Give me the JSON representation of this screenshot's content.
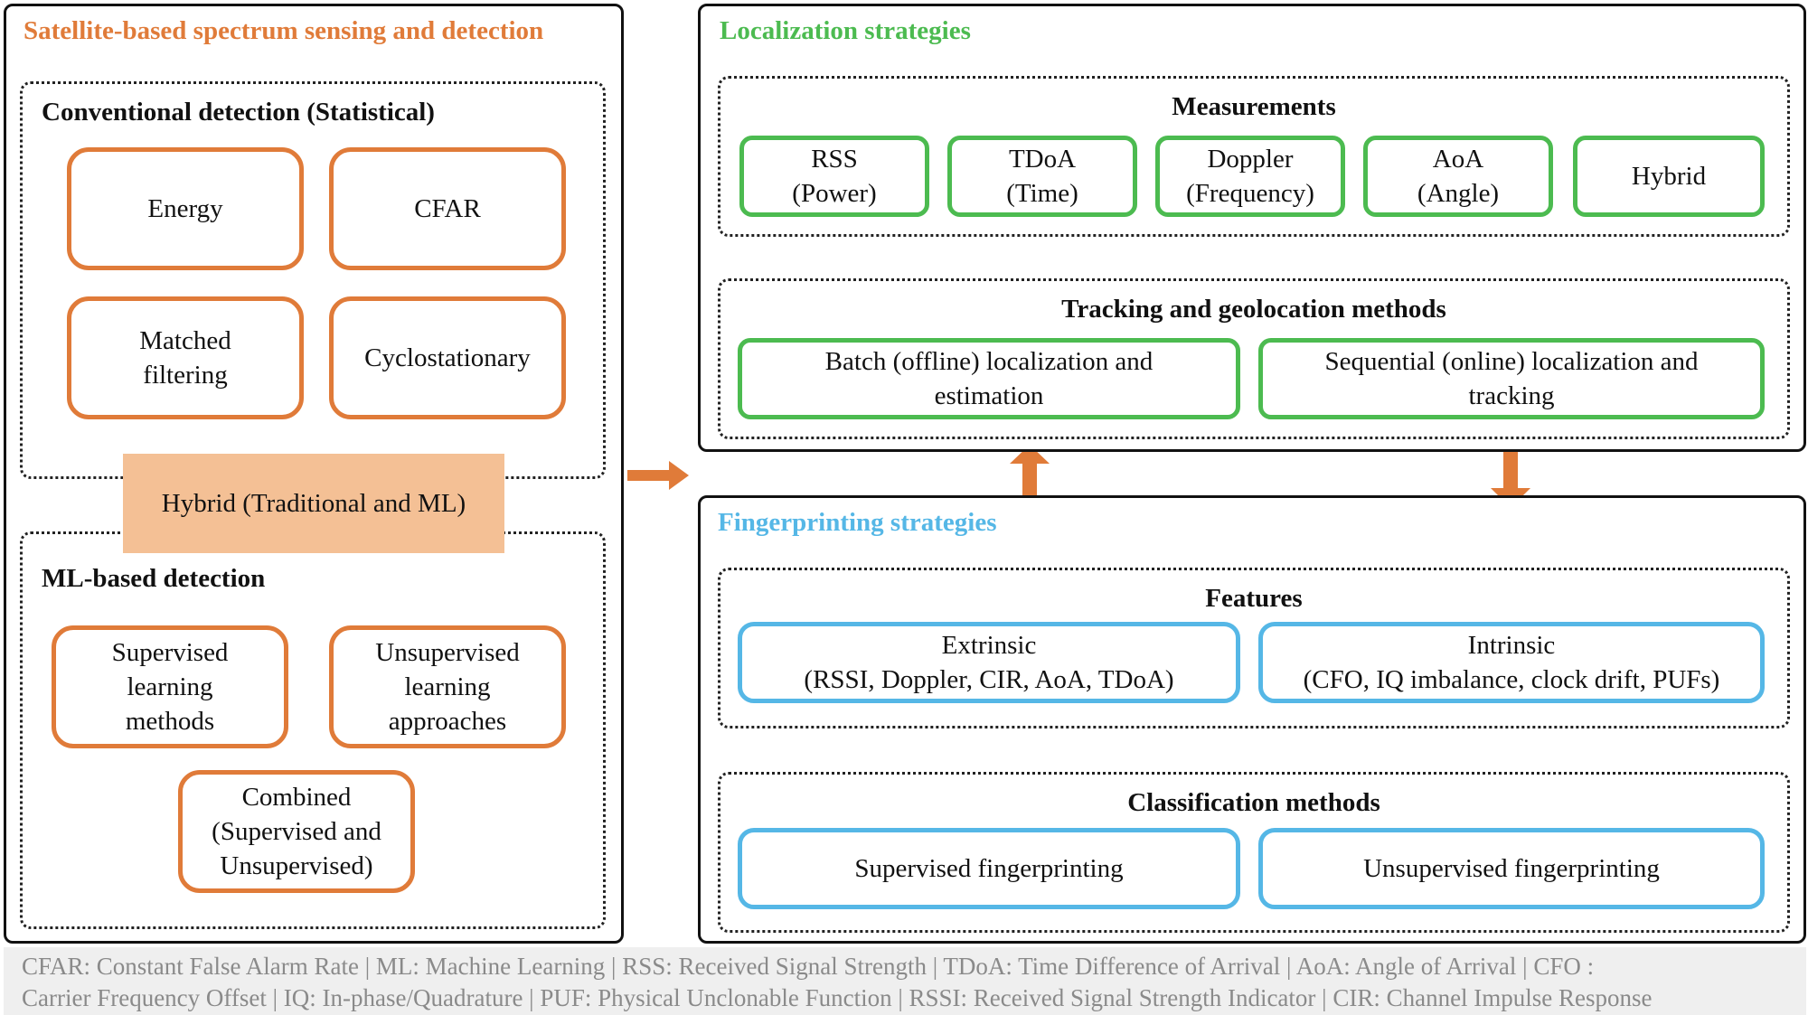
{
  "colors": {
    "orange": "#E07B39",
    "green": "#4CBB50",
    "blue": "#55B7E6",
    "hybrid_fill": "#F4C095"
  },
  "left": {
    "title": "Satellite-based spectrum sensing and detection",
    "conventional": {
      "title": "Conventional  detection (Statistical)",
      "boxes": [
        {
          "lines": [
            "Energy"
          ]
        },
        {
          "lines": [
            "CFAR"
          ]
        },
        {
          "lines": [
            "Matched",
            "filtering"
          ]
        },
        {
          "lines": [
            "Cyclostationary"
          ]
        }
      ]
    },
    "hybrid": "Hybrid (Traditional and ML)",
    "ml": {
      "title": "ML-based  detection",
      "boxes": [
        {
          "lines": [
            "Supervised",
            "learning",
            "methods"
          ]
        },
        {
          "lines": [
            "Unsupervised",
            "learning",
            "approaches"
          ]
        },
        {
          "lines": [
            "Combined",
            "(Supervised and",
            "Unsupervised)"
          ]
        }
      ]
    }
  },
  "localization": {
    "title": "Localization strategies",
    "measurements": {
      "title": "Measurements",
      "boxes": [
        {
          "lines": [
            "RSS",
            "(Power)"
          ]
        },
        {
          "lines": [
            "TDoA",
            "(Time)"
          ]
        },
        {
          "lines": [
            "Doppler",
            "(Frequency)"
          ]
        },
        {
          "lines": [
            "AoA",
            "(Angle)"
          ]
        },
        {
          "lines": [
            "Hybrid"
          ]
        }
      ]
    },
    "tracking": {
      "title": "Tracking and geolocation methods",
      "boxes": [
        {
          "lines": [
            "Batch (offline) localization and",
            "estimation"
          ]
        },
        {
          "lines": [
            "Sequential (online) localization and",
            "tracking"
          ]
        }
      ]
    }
  },
  "fingerprinting": {
    "title": "Fingerprinting strategies",
    "features": {
      "title": "Features",
      "boxes": [
        {
          "lines": [
            "Extrinsic",
            "(RSSI, Doppler, CIR, AoA, TDoA)"
          ]
        },
        {
          "lines": [
            "Intrinsic",
            "(CFO, IQ imbalance, clock drift, PUFs)"
          ]
        }
      ]
    },
    "classification": {
      "title": "Classification methods",
      "boxes": [
        {
          "lines": [
            "Supervised fingerprinting"
          ]
        },
        {
          "lines": [
            "Unsupervised fingerprinting"
          ]
        }
      ]
    }
  },
  "footnote": {
    "line1": "CFAR: Constant False Alarm Rate | ML: Machine Learning | RSS: Received Signal Strength | TDoA: Time Difference of Arrival | AoA: Angle of Arrival | CFO :",
    "line2": "Carrier Frequency Offset | IQ: In-phase/Quadrature | PUF: Physical Unclonable Function | RSSI:  Received Signal Strength Indicator | CIR: Channel Impulse Response"
  }
}
